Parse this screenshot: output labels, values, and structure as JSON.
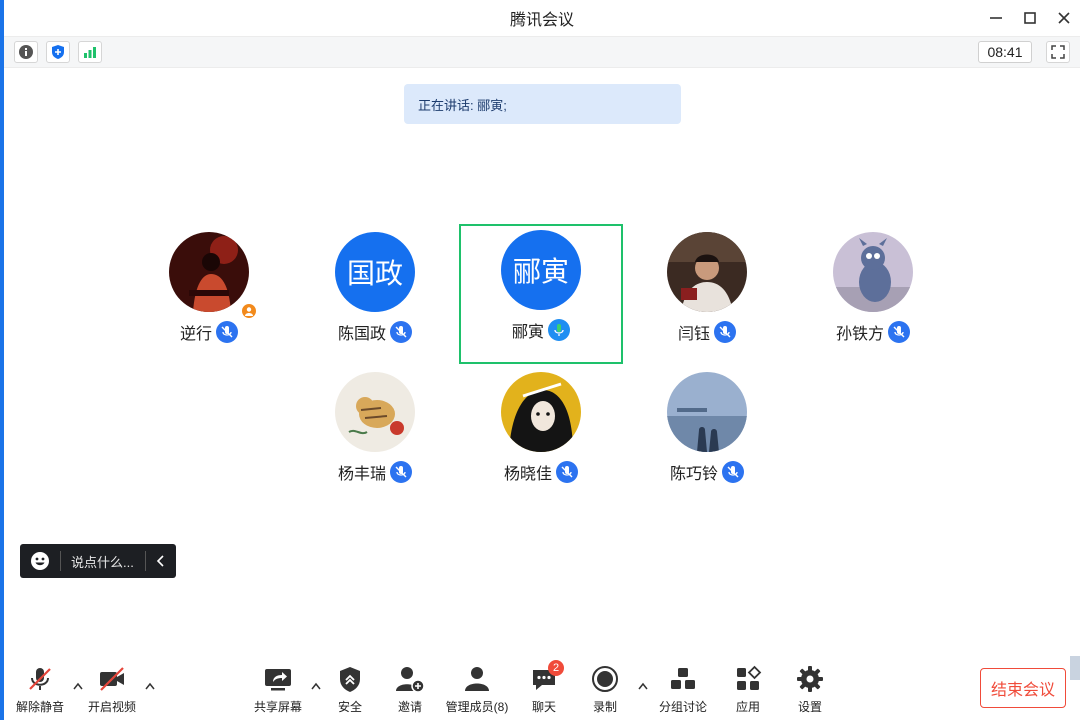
{
  "window": {
    "title": "腾讯会议"
  },
  "info": {
    "clock": "08:41"
  },
  "speaking": {
    "text": "正在讲话: 郦寅;"
  },
  "participants": [
    {
      "name": "逆行",
      "avatar_type": "photo",
      "photo_theme": "red-stage",
      "host": true,
      "speaking": false
    },
    {
      "name": "陈国政",
      "avatar_type": "text",
      "avatar_text": "国政",
      "speaking": false
    },
    {
      "name": "郦寅",
      "avatar_type": "text",
      "avatar_text": "郦寅",
      "speaking": true
    },
    {
      "name": "闫钰",
      "avatar_type": "photo",
      "photo_theme": "dark-warm",
      "speaking": false
    },
    {
      "name": "孙铁方",
      "avatar_type": "photo",
      "photo_theme": "cartoon-cat",
      "speaking": false
    },
    {
      "name": "杨丰瑞",
      "avatar_type": "photo",
      "photo_theme": "tiger-painting",
      "speaking": false
    },
    {
      "name": "杨晓佳",
      "avatar_type": "photo",
      "photo_theme": "anime-yellow",
      "speaking": false
    },
    {
      "name": "陈巧铃",
      "avatar_type": "photo",
      "photo_theme": "sea-landscape",
      "speaking": false
    }
  ],
  "chat": {
    "placeholder": "说点什么..."
  },
  "toolbar": {
    "unmute": "解除静音",
    "video": "开启视频",
    "share": "共享屏幕",
    "security": "安全",
    "invite": "邀请",
    "members": "管理成员(8)",
    "chat": "聊天",
    "chat_badge": "2",
    "record": "录制",
    "breakout": "分组讨论",
    "apps": "应用",
    "settings": "设置",
    "end": "结束会议"
  },
  "colors": {
    "accent": "#1570ef",
    "active_border": "#1ec16b",
    "danger": "#f04b3a",
    "banner": "#dce9fb"
  }
}
